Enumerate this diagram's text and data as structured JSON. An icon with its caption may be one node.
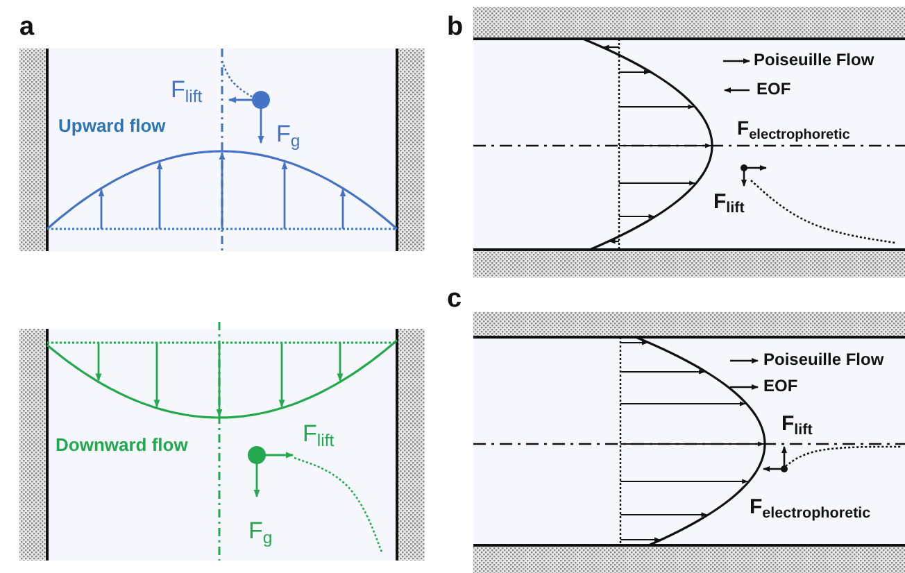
{
  "diagram": {
    "labels": [
      "a",
      "F$_{lift}$",
      "Upward flow",
      "F$_{g}$",
      "b",
      "Poiseuille Flow",
      "EOF",
      "F$_{electrophoretic}$",
      "F$_{lift}$",
      "Downward flow",
      "F$_{lift}$",
      "F$_{g}$",
      "c",
      "Poiseuille Flow",
      "EOF",
      "F$_{lift}$",
      "F$_{electrophoretic}$"
    ]
  }
}
